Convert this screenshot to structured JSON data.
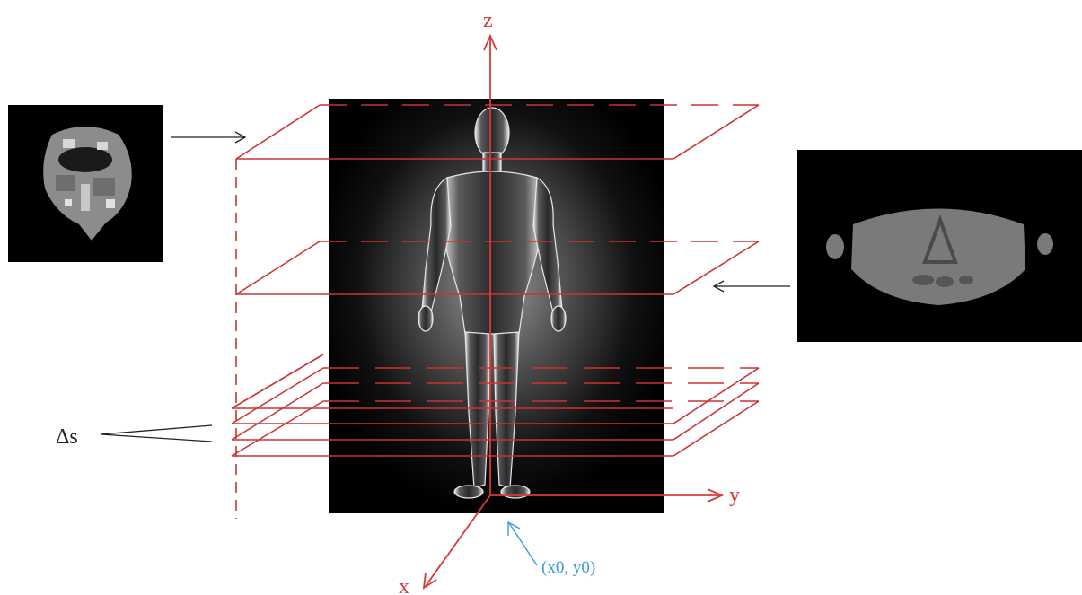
{
  "axes": {
    "z_label": "z",
    "y_label": "y",
    "x_label": "x",
    "origin_label": "(x0, y0)"
  },
  "slice_spacing_label": "Δs",
  "colors": {
    "axis": "#d63b3b",
    "plane": "#cc3333",
    "origin": "#3a9fd0",
    "pointer": "#222222",
    "panel_bg": "#000000"
  },
  "images": {
    "center": "human-body",
    "left_inset": "head-ct-slice",
    "right_inset": "abdomen-ct-slice"
  }
}
